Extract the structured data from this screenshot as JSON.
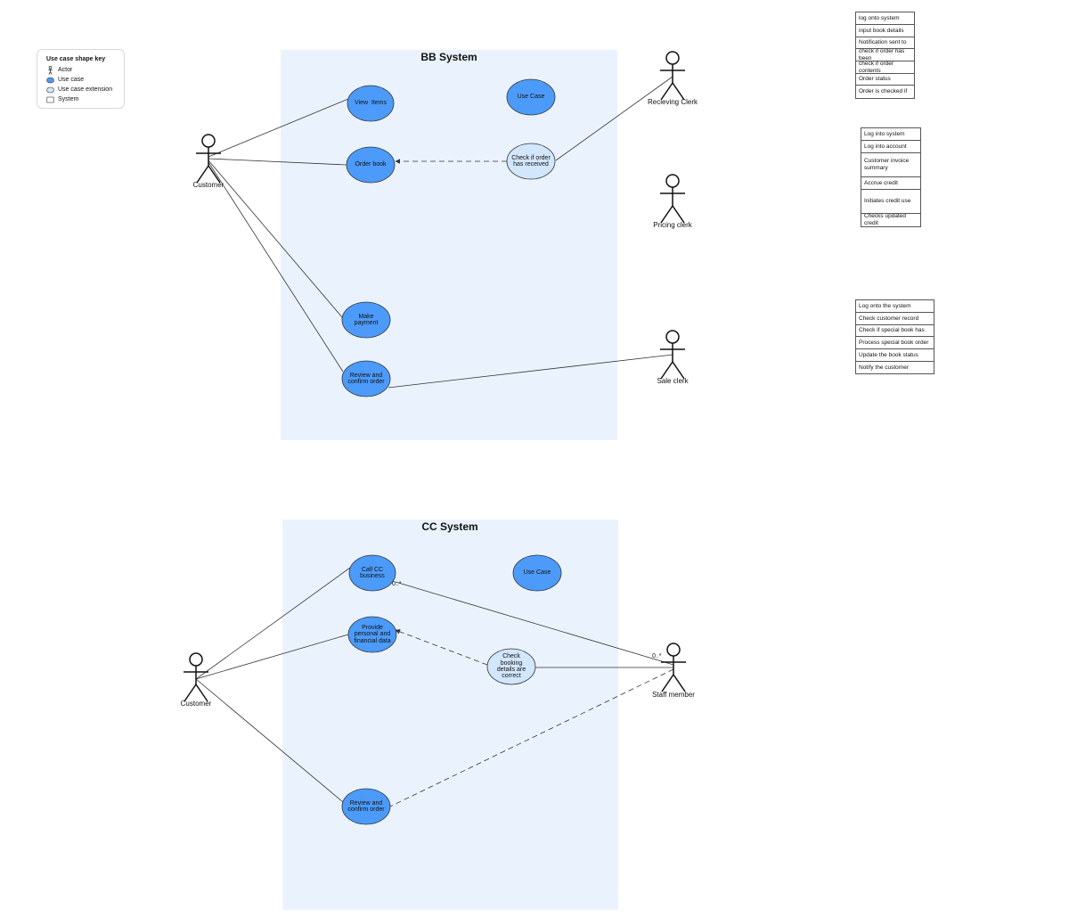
{
  "key": {
    "title": "Use case shape key",
    "items": [
      {
        "label": "Actor",
        "icon": "actor-icon"
      },
      {
        "label": "Use case",
        "icon": "use-case-icon"
      },
      {
        "label": "Use case extension",
        "icon": "use-case-extension-icon"
      },
      {
        "label": "System",
        "icon": "system-icon"
      }
    ]
  },
  "colors": {
    "system_fill": "#eaf3fd",
    "use_case_fill": "#4c9bfa",
    "extension_fill": "#d2e6fc",
    "stroke": "#333333"
  },
  "bb_system": {
    "title": "BB System",
    "use_cases": [
      "View  Items",
      "Use Case",
      "Order book",
      "Check if order has received",
      "Make payment",
      "Review and confirm order"
    ],
    "actors": [
      "Customer",
      "Recieving Clerk",
      "Pricing clerk",
      "Sale clerk"
    ]
  },
  "cc_system": {
    "title": "CC System",
    "use_cases": [
      "Call CC business",
      "Use Case",
      "Provide personal and financial data",
      "Check booking details are correct",
      "Review and confirm order"
    ],
    "actors": [
      "Customer",
      "Staff member"
    ],
    "multiplicities": [
      "0..*",
      "0..*"
    ]
  },
  "tables": [
    {
      "rows": [
        "log onto system",
        "input book details",
        "Notification sent to",
        "check if order has been",
        "check if order contents",
        "Order status",
        "Order is checked if"
      ]
    },
    {
      "rows": [
        "Log into system",
        "Log into account",
        "Customer invoice summary",
        "Accrue credit",
        "Initiates credit use",
        "Checks updated credit"
      ]
    },
    {
      "rows": [
        "Log onto the system",
        "Check customer record",
        "Check if special book has",
        "Process special book order",
        "Update the book status",
        "Notify the customer"
      ]
    }
  ]
}
